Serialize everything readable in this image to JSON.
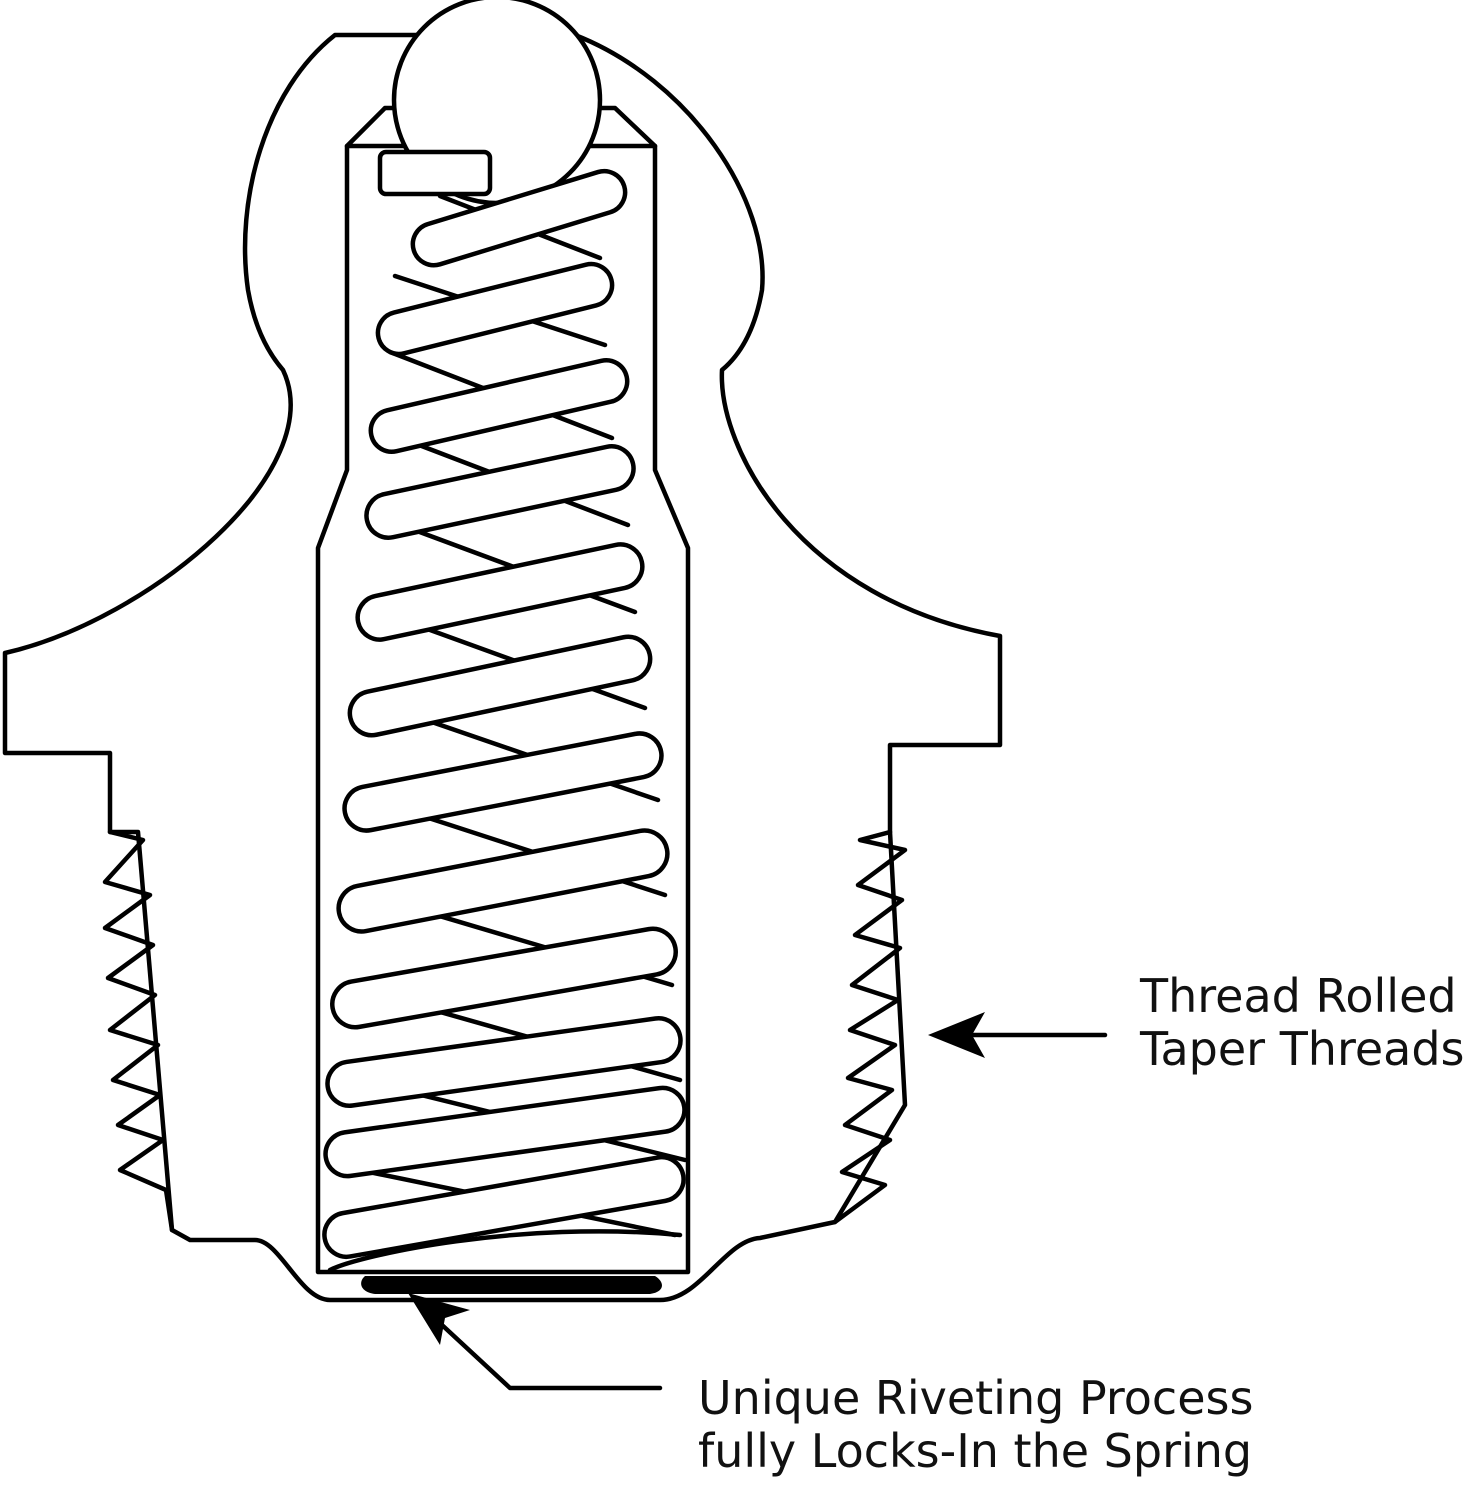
{
  "labels": {
    "threads": {
      "line1": "Thread Rolled",
      "line2": "Taper Threads"
    },
    "rivet": {
      "line1": "Unique Riveting Process",
      "line2": "fully Locks-In the Spring"
    }
  },
  "colors": {
    "stroke": "#000000",
    "background": "#ffffff"
  }
}
